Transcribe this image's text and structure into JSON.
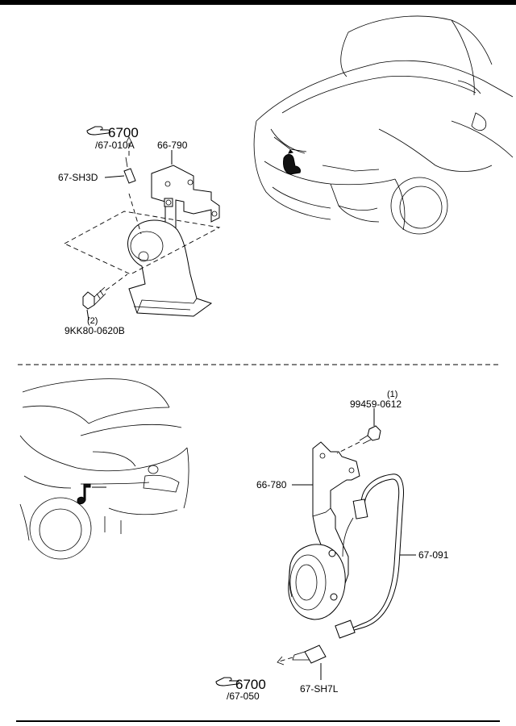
{
  "top_section": {
    "ref_page": "6700",
    "ref_sub": "/67-010A",
    "bracket": "66-790",
    "connector": "67-SH3D",
    "bolt_qty": "(2)",
    "bolt": "9KK80-0620B"
  },
  "bottom_section": {
    "bolt_qty": "(1)",
    "bolt": "99459-0612",
    "bracket": "66-780",
    "harness": "67-091",
    "ref_page": "6700",
    "ref_sub": "/67-050",
    "connector": "67-SH7L"
  },
  "icons": [
    "ref-hand-icon",
    "horn-location-icon",
    "horn-note-icon"
  ]
}
